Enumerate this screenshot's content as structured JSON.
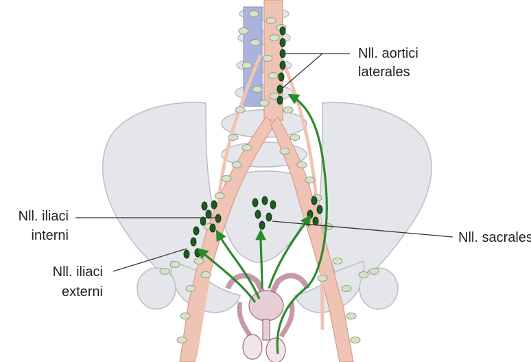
{
  "labels": {
    "aortici_line1": "Nll. aortici",
    "aortici_line2": "laterales",
    "iliaci_interni_line1": "Nll. iliaci",
    "iliaci_interni_line2": "interni",
    "iliaci_externi_line1": "Nll. iliaci",
    "iliaci_externi_line2": "externi",
    "sacrales": "Nll. sacrales"
  },
  "colors": {
    "bone": "#e4e6eb",
    "bone_outline": "#b9bcc3",
    "vessel": "#efc4b4",
    "vessel_outline": "#d79a88",
    "vein": "#a9b3dc",
    "node_light": "#d9e1cc",
    "node_dark": "#1f5a24",
    "arrow": "#2b8a2e",
    "bladder": "#e9cdd5",
    "line": "#333333"
  }
}
